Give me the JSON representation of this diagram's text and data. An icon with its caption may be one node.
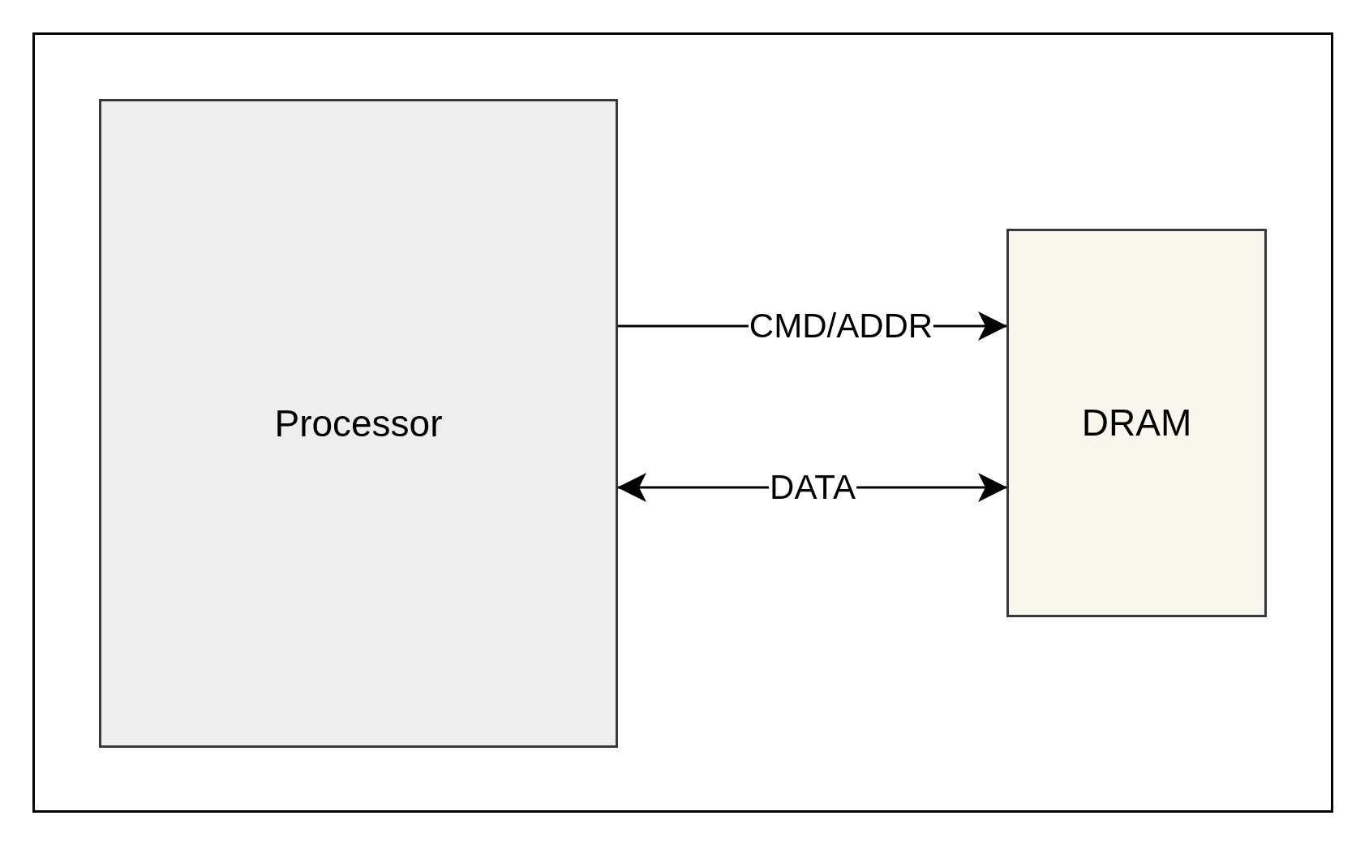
{
  "diagram": {
    "nodes": [
      {
        "text": [
          "Processor"
        ]
      },
      {
        "text": [
          "DRAM"
        ]
      }
    ],
    "edges": [
      {
        "from": 0,
        "to": 1,
        "arrow": "to",
        "label": "CMD/ADDR"
      },
      {
        "from": 0,
        "to": 1,
        "arrow": "both",
        "label": "DATA"
      }
    ]
  }
}
